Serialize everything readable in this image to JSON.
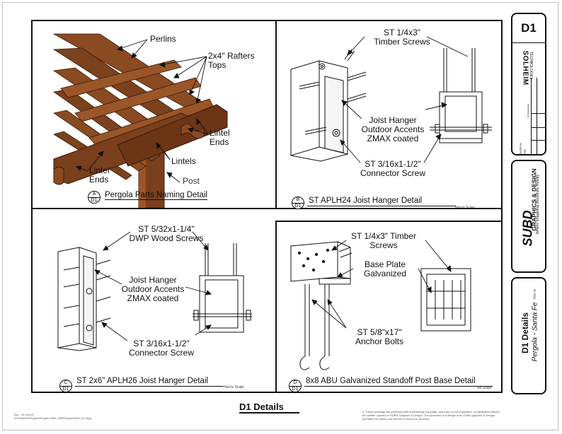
{
  "sheet": {
    "title": "D1 Details",
    "number": "D1",
    "footer_file": "dsp - 24-Oct-22\nD:\\Projects\\Pergola\\Pergola 5502_SW\\Pergola 5502_D1.dwg",
    "copyright": "© These drawings are protected with international copyright, and may not be duplicated, or distributed without the written consent of SUBD Graphics & Design. The purchase of a design from SUBD graphics & Design provides the Owner one license to build one structure."
  },
  "title_block": {
    "company": "SOLHEIM",
    "company_sub": "TECHNOLOGIES",
    "revisions_label": "Revisions",
    "comments_label": "Comments",
    "date_label": "Date",
    "firm_logo": "SUBD",
    "firm_name": "GRAPHICS & DESIGN",
    "firm_tagline": "Where Imagining Becomes Reality",
    "project_title": "D1 Details",
    "project_subtitle": "Pergola - Santa Fe",
    "small_code": "5502.00"
  },
  "details": [
    {
      "id": "A",
      "sheet": "D1",
      "title": "Pergola Parts Naming Detail",
      "scale": "",
      "labels": {
        "perlins": "Perlins",
        "rafters": "2x4\" Rafters\nTops",
        "lintel_ends_right": "Lintel\nEnds",
        "lintels": "Lintels",
        "post": "Post",
        "lintel_ends_left": "Lintel\nEnds"
      }
    },
    {
      "id": "B",
      "sheet": "D1",
      "title": "ST APLH24 Joist Hanger Detail",
      "scale": "Not to Scale",
      "labels": {
        "screws": "ST 1/4x3\"\nTimber Screws",
        "hanger": "Joist Hanger\nOutdoor Accents\nZMAX coated",
        "connector": "ST 3/16x1-1/2\"\nConnector Screw"
      }
    },
    {
      "id": "C",
      "sheet": "D1",
      "title": "ST 2x6\" APLH26 Joist Hanger Detail",
      "scale": "Not to Scale",
      "labels": {
        "screws": "ST 5/32x1-1/4\"\nDWP Wood Screws",
        "hanger": "Joist Hanger\nOutdoor Accents\nZMAX coated",
        "connector": "ST 3/16x1-1/2\"\nConnector Screw"
      }
    },
    {
      "id": "D",
      "sheet": "D1",
      "title": "8x8 ABU Galvanized Standoff Post Base Detail",
      "scale": "No Scale",
      "labels": {
        "screws": "ST 1/4x3\" Timber\nScrews",
        "plate": "Base Plate\nGalvanized",
        "bolts": "ST 5/8\"x17\"\nAnchor Bolts"
      }
    }
  ],
  "colors": {
    "wood": "#8a4a22",
    "wood_dark": "#5e2f12",
    "wood_light": "#a8612f",
    "ink": "#111111"
  }
}
